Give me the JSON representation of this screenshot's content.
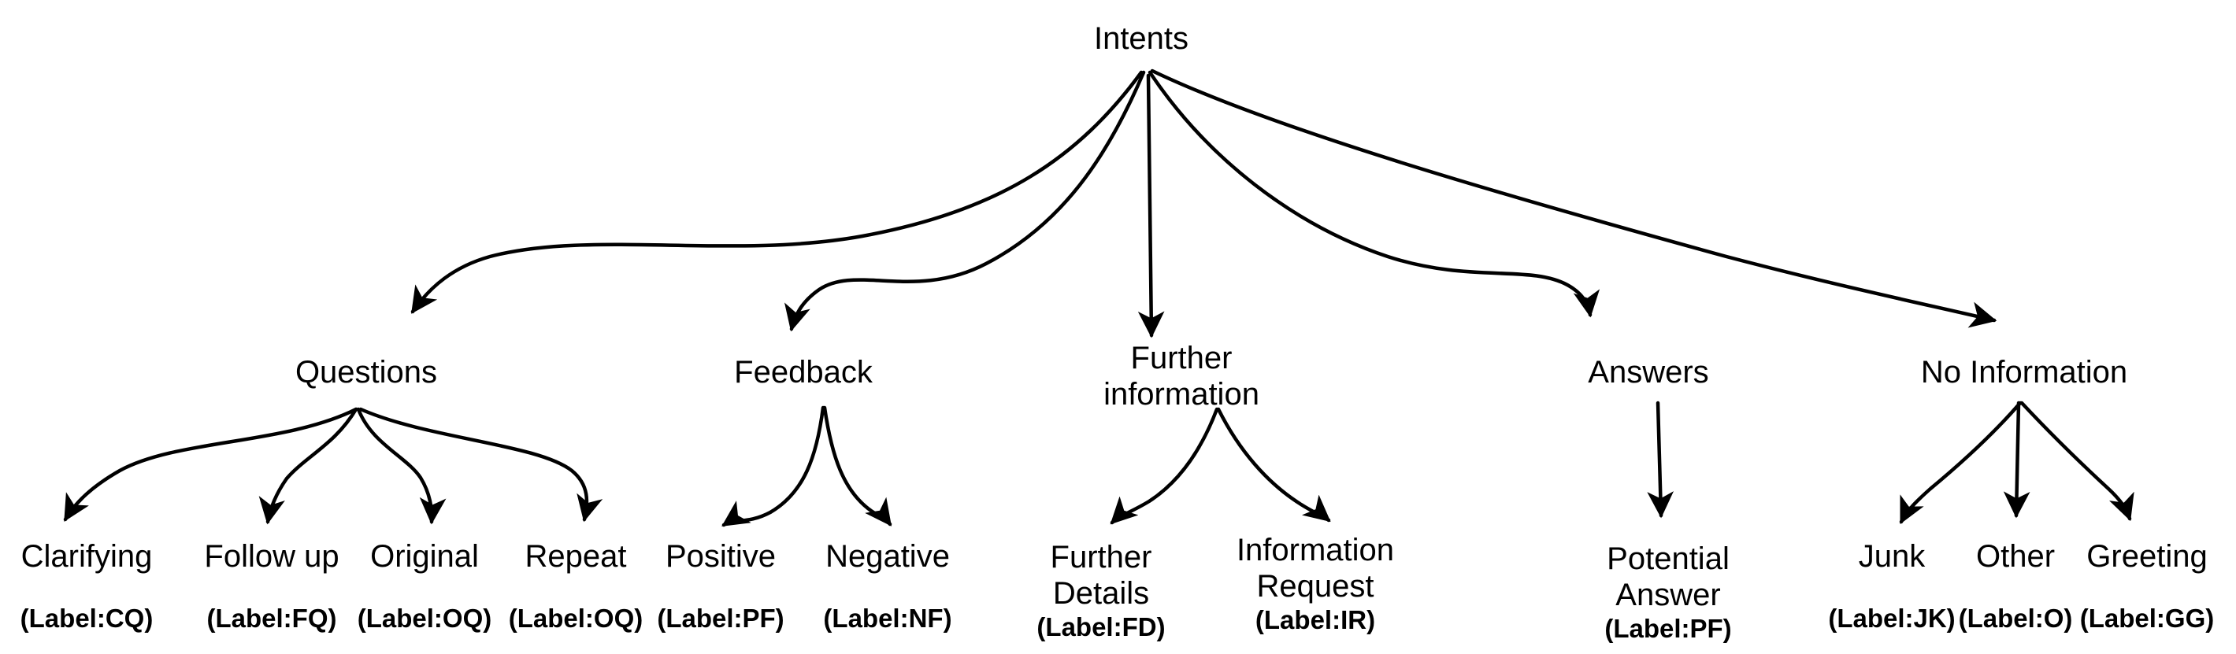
{
  "diagram_title": "Intents",
  "colors": {
    "line": "#000000",
    "text": "#000000",
    "background": "#ffffff"
  },
  "tree": {
    "root": "Intents",
    "branches": [
      {
        "label": "Questions",
        "children": [
          {
            "name": "Clarifying",
            "label": "(Label:CQ)"
          },
          {
            "name": "Follow up",
            "label": "(Label:FQ)"
          },
          {
            "name": "Original",
            "label": "(Label:OQ)"
          },
          {
            "name": "Repeat",
            "label": "(Label:OQ)"
          }
        ]
      },
      {
        "label": "Feedback",
        "children": [
          {
            "name": "Positive",
            "label": "(Label:PF)"
          },
          {
            "name": "Negative",
            "label": "(Label:NF)"
          }
        ]
      },
      {
        "label": "Further\ninformation",
        "children": [
          {
            "name": "Further\nDetails",
            "label": "(Label:FD)"
          },
          {
            "name": "Information\nRequest",
            "label": "(Label:IR)"
          }
        ]
      },
      {
        "label": "Answers",
        "children": [
          {
            "name": "Potential\nAnswer",
            "label": "(Label:PF)"
          }
        ]
      },
      {
        "label": "No Information",
        "children": [
          {
            "name": "Junk",
            "label": "(Label:JK)"
          },
          {
            "name": "Other",
            "label": "(Label:O)"
          },
          {
            "name": "Greeting",
            "label": "(Label:GG)"
          }
        ]
      }
    ]
  }
}
